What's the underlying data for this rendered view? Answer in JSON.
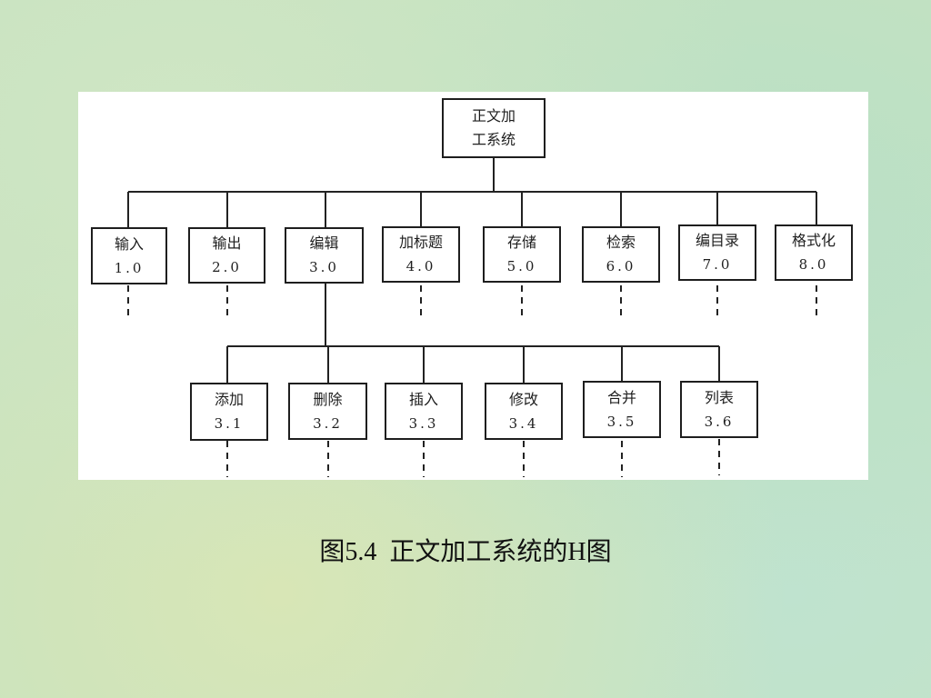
{
  "root": {
    "line1": "正文加",
    "line2": "工系统"
  },
  "level1": [
    {
      "label": "输入",
      "num": "1.0"
    },
    {
      "label": "输出",
      "num": "2.0"
    },
    {
      "label": "编辑",
      "num": "3.0"
    },
    {
      "label": "加标题",
      "num": "4.0"
    },
    {
      "label": "存储",
      "num": "5.0"
    },
    {
      "label": "检索",
      "num": "6.0"
    },
    {
      "label": "编目录",
      "num": "7.0"
    },
    {
      "label": "格式化",
      "num": "8.0"
    }
  ],
  "level2": [
    {
      "label": "添加",
      "num": "3.1"
    },
    {
      "label": "删除",
      "num": "3.2"
    },
    {
      "label": "插入",
      "num": "3.3"
    },
    {
      "label": "修改",
      "num": "3.4"
    },
    {
      "label": "合并",
      "num": "3.5"
    },
    {
      "label": "列表",
      "num": "3.6"
    }
  ],
  "caption": "图5.4  正文加工系统的H图"
}
